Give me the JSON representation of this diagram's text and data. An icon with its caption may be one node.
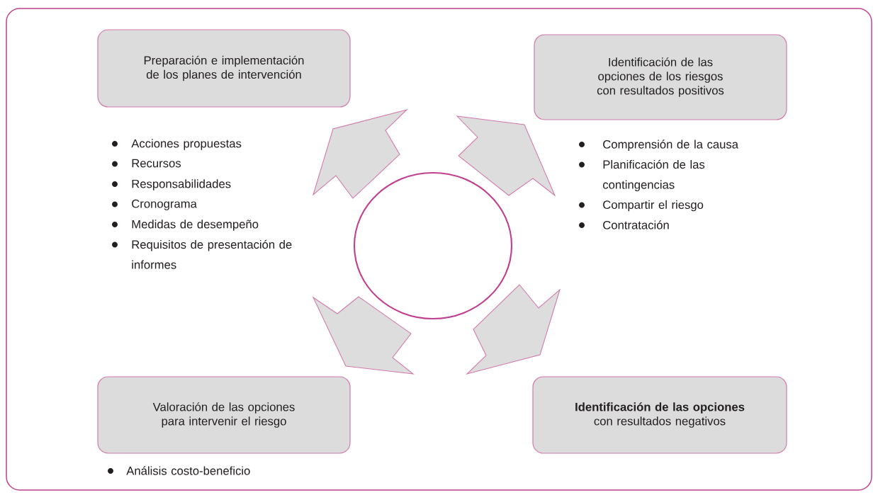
{
  "diagram": {
    "nodes": [
      {
        "text": [
          "Preparación e implementación de los planes de intervención"
        ],
        "beside": [
          "Acciones propuestas",
          "Recursos",
          "Responsabilidades",
          "Cronograma",
          "Medidas de desempeño",
          "Requisitos de presentación de informes"
        ]
      },
      {
        "text": [
          "Identificación de las opciones de los riesgos con resultados positivos"
        ],
        "beside": [
          "Comprensión de la causa",
          "Planificación de las contingencias",
          "Compartir el riesgo",
          "Contratación"
        ]
      },
      {
        "text": [],
        "shape": "circle"
      },
      {
        "text": [
          "Valoración de las opciones para intervenir el riesgo"
        ],
        "beside": [
          "Análisis costo-beneficio"
        ]
      },
      {
        "text": [
          "**Identificación de las opciones** con resultados negativos"
        ]
      }
    ],
    "edges": [
      {
        "from": 2,
        "to": 0,
        "arrow": "to"
      },
      {
        "from": 2,
        "to": 1,
        "arrow": "to"
      },
      {
        "from": 2,
        "to": 3,
        "arrow": "to"
      },
      {
        "from": 2,
        "to": 4,
        "arrow": "to"
      }
    ]
  }
}
